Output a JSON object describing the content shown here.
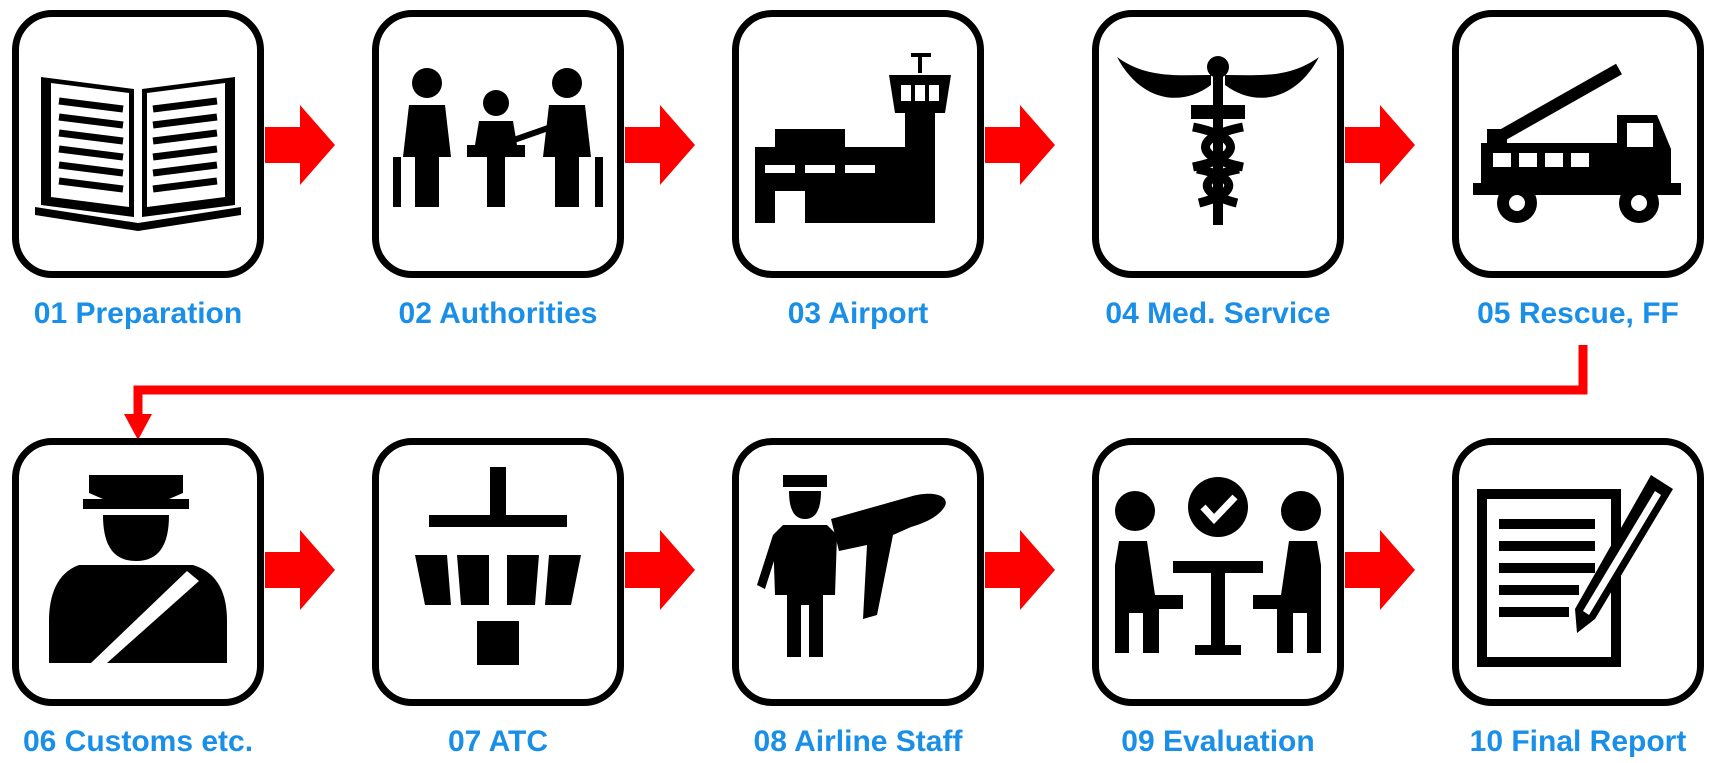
{
  "colors": {
    "label": "#1a8fe8",
    "arrow": "#ff0000",
    "box_border": "#000000",
    "icon": "#000000"
  },
  "steps": [
    {
      "label": "01 Preparation",
      "icon": "open-book-icon"
    },
    {
      "label": "02 Authorities",
      "icon": "meeting-icon"
    },
    {
      "label": "03 Airport",
      "icon": "airport-terminal-icon"
    },
    {
      "label": "04 Med. Service",
      "icon": "caduceus-icon"
    },
    {
      "label": "05 Rescue, FF",
      "icon": "fire-truck-icon"
    },
    {
      "label": "06 Customs etc.",
      "icon": "customs-officer-icon"
    },
    {
      "label": "07 ATC",
      "icon": "control-tower-icon"
    },
    {
      "label": "08 Airline Staff",
      "icon": "pilot-airplane-icon"
    },
    {
      "label": "09 Evaluation",
      "icon": "evaluation-meeting-icon"
    },
    {
      "label": "10 Final Report",
      "icon": "report-pen-icon"
    }
  ]
}
